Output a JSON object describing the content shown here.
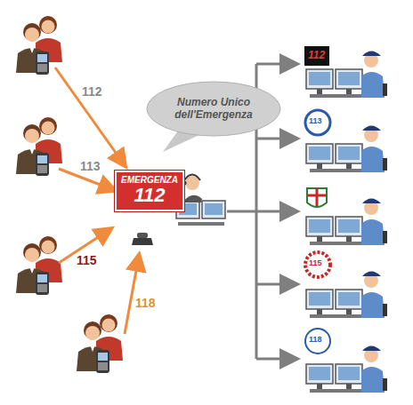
{
  "diagram": {
    "nodes": [
      {
        "text": [
          "Numero Unico dell'Emergenza"
        ]
      },
      {
        "text": [
          "EMERGENZA",
          "112"
        ]
      }
    ],
    "labels": [
      "112",
      "113",
      "115",
      "118",
      "112",
      "113",
      "115",
      "118"
    ]
  }
}
